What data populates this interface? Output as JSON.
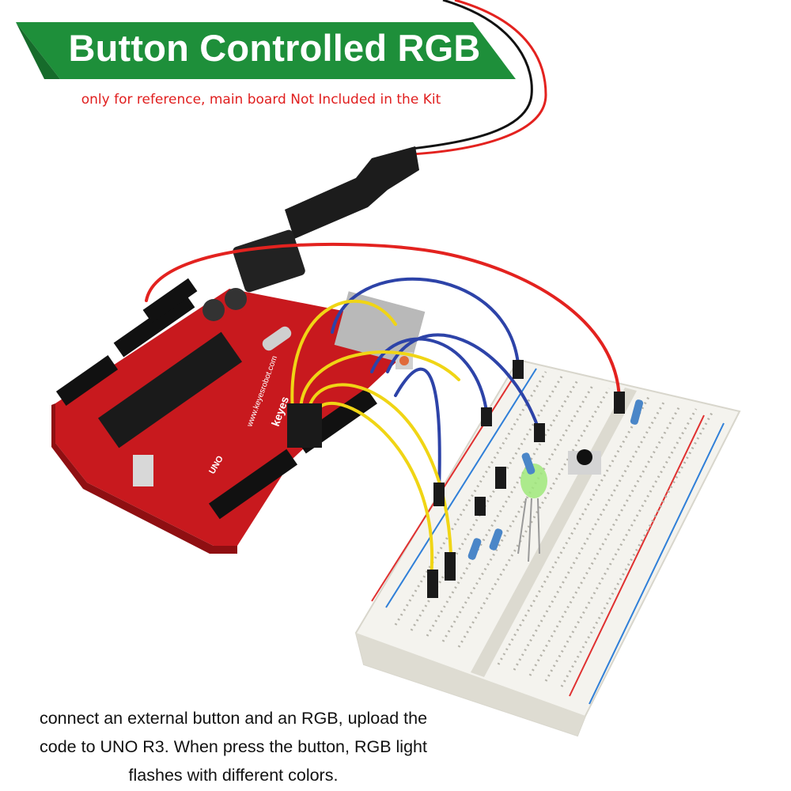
{
  "banner": {
    "title": "Button Controlled RGB",
    "subtitle": "only for reference, main board Not Included in the Kit",
    "color": "#1e8f3a"
  },
  "board": {
    "brand": "keyes",
    "url": "www.keyesrobot.com",
    "model": "UNO",
    "color": "#c8191e"
  },
  "caption": {
    "line1": "connect an external button and an RGB, upload the",
    "line2": "code to UNO R3. When press the button, RGB light",
    "line3": "flashes with different colors."
  }
}
